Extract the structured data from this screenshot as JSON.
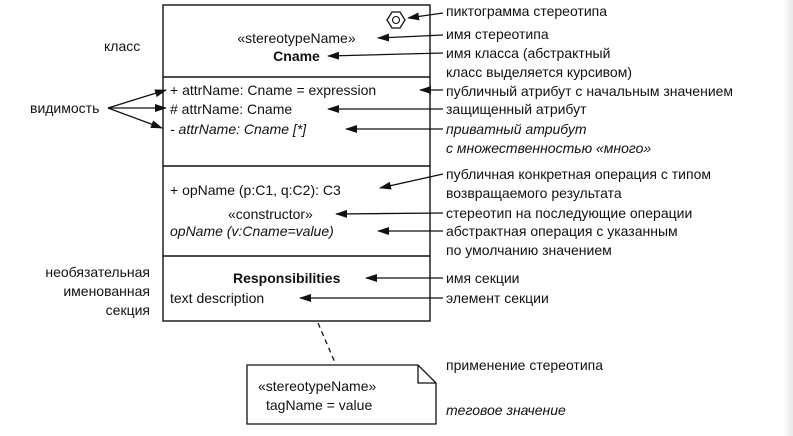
{
  "class_box": {
    "stereotype": "«stereotypeName»",
    "class_name": "Cname",
    "attributes": [
      "+ attrName: Cname = expression",
      "# attrName: Cname",
      "- attrName: Cname [*]"
    ],
    "operations": [
      "+ opName (p:C1, q:C2): C3",
      "«constructor»",
      "opName (v:Cname=value)"
    ],
    "section_title": "Responsibilities",
    "section_item": "text description"
  },
  "note": {
    "stereotype": "«stereotypeName»",
    "tag": "tagName = value"
  },
  "left_labels": {
    "class": "класс",
    "visibility": "видимость",
    "optional_section": [
      "необязательная",
      "именованная",
      "секция"
    ]
  },
  "annotations": {
    "stereotype_icon": "пиктограмма стереотипа",
    "stereotype_name": "имя стереотипа",
    "class_name": [
      "имя класса (абстрактный",
      "класс выделяется курсивом)"
    ],
    "public_attribute": "публичный атрибут с начальным значением",
    "protected_attribute": "защищенный атрибут",
    "private_attribute": [
      "приватный атрибут",
      "с множественностью «много»"
    ],
    "public_operation": [
      "публичная конкретная операция с типом",
      "возвращаемого результата"
    ],
    "stereotype_on_ops": "стереотип на последующие операции",
    "abstract_operation": [
      "абстрактная операция с указанным",
      "по умолчанию значением"
    ],
    "section_name": "имя секции",
    "section_element": "элемент секции",
    "stereotype_application": "применение стереотипа",
    "tagged_value": "теговое значение"
  }
}
